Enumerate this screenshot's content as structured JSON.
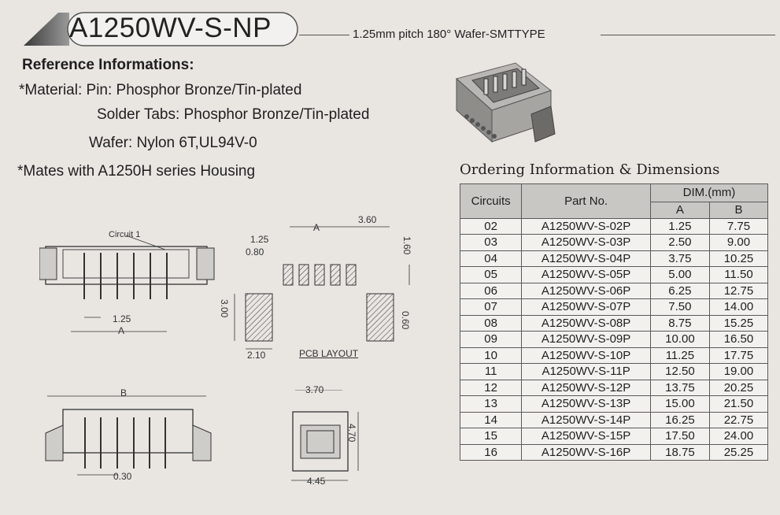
{
  "header": {
    "title": "A1250WV-S-NP",
    "subtitle": "1.25mm pitch 180° Wafer-SMTTYPE"
  },
  "reference": {
    "heading": "Reference Informations:",
    "material_line": "*Material: Pin: Phosphor Bronze/Tin-plated",
    "solder_line": "Solder Tabs: Phosphor Bronze/Tin-plated",
    "wafer_line": "Wafer: Nylon 6T,UL94V-0",
    "mates_line": "*Mates with A1250H series Housing"
  },
  "drawing_labels": {
    "circuit1": "Circuit 1",
    "dim_125": "1.25",
    "dim_A": "A",
    "dim_B": "B",
    "dim_030": "0.30",
    "dim_080": "0.80",
    "dim_360": "3.60",
    "dim_160": "1.60",
    "dim_300": "3.00",
    "dim_060": "0.60",
    "dim_210": "2.10",
    "pcb_layout": "PCB LAYOUT",
    "dim_370": "3.70",
    "dim_470": "4.70",
    "dim_445": "4.45"
  },
  "ordering": {
    "heading": "Ordering Information & Dimensions",
    "columns": {
      "circuits": "Circuits",
      "part_no": "Part No.",
      "dim": "DIM.(mm)",
      "a": "A",
      "b": "B"
    },
    "rows": [
      {
        "circuits": "02",
        "part": "A1250WV-S-02P",
        "a": "1.25",
        "b": "7.75"
      },
      {
        "circuits": "03",
        "part": "A1250WV-S-03P",
        "a": "2.50",
        "b": "9.00"
      },
      {
        "circuits": "04",
        "part": "A1250WV-S-04P",
        "a": "3.75",
        "b": "10.25"
      },
      {
        "circuits": "05",
        "part": "A1250WV-S-05P",
        "a": "5.00",
        "b": "11.50"
      },
      {
        "circuits": "06",
        "part": "A1250WV-S-06P",
        "a": "6.25",
        "b": "12.75"
      },
      {
        "circuits": "07",
        "part": "A1250WV-S-07P",
        "a": "7.50",
        "b": "14.00"
      },
      {
        "circuits": "08",
        "part": "A1250WV-S-08P",
        "a": "8.75",
        "b": "15.25"
      },
      {
        "circuits": "09",
        "part": "A1250WV-S-09P",
        "a": "10.00",
        "b": "16.50"
      },
      {
        "circuits": "10",
        "part": "A1250WV-S-10P",
        "a": "11.25",
        "b": "17.75"
      },
      {
        "circuits": "11",
        "part": "A1250WV-S-11P",
        "a": "12.50",
        "b": "19.00"
      },
      {
        "circuits": "12",
        "part": "A1250WV-S-12P",
        "a": "13.75",
        "b": "20.25"
      },
      {
        "circuits": "13",
        "part": "A1250WV-S-13P",
        "a": "15.00",
        "b": "21.50"
      },
      {
        "circuits": "14",
        "part": "A1250WV-S-14P",
        "a": "16.25",
        "b": "22.75"
      },
      {
        "circuits": "15",
        "part": "A1250WV-S-15P",
        "a": "17.50",
        "b": "24.00"
      },
      {
        "circuits": "16",
        "part": "A1250WV-S-16P",
        "a": "18.75",
        "b": "25.25"
      }
    ]
  }
}
